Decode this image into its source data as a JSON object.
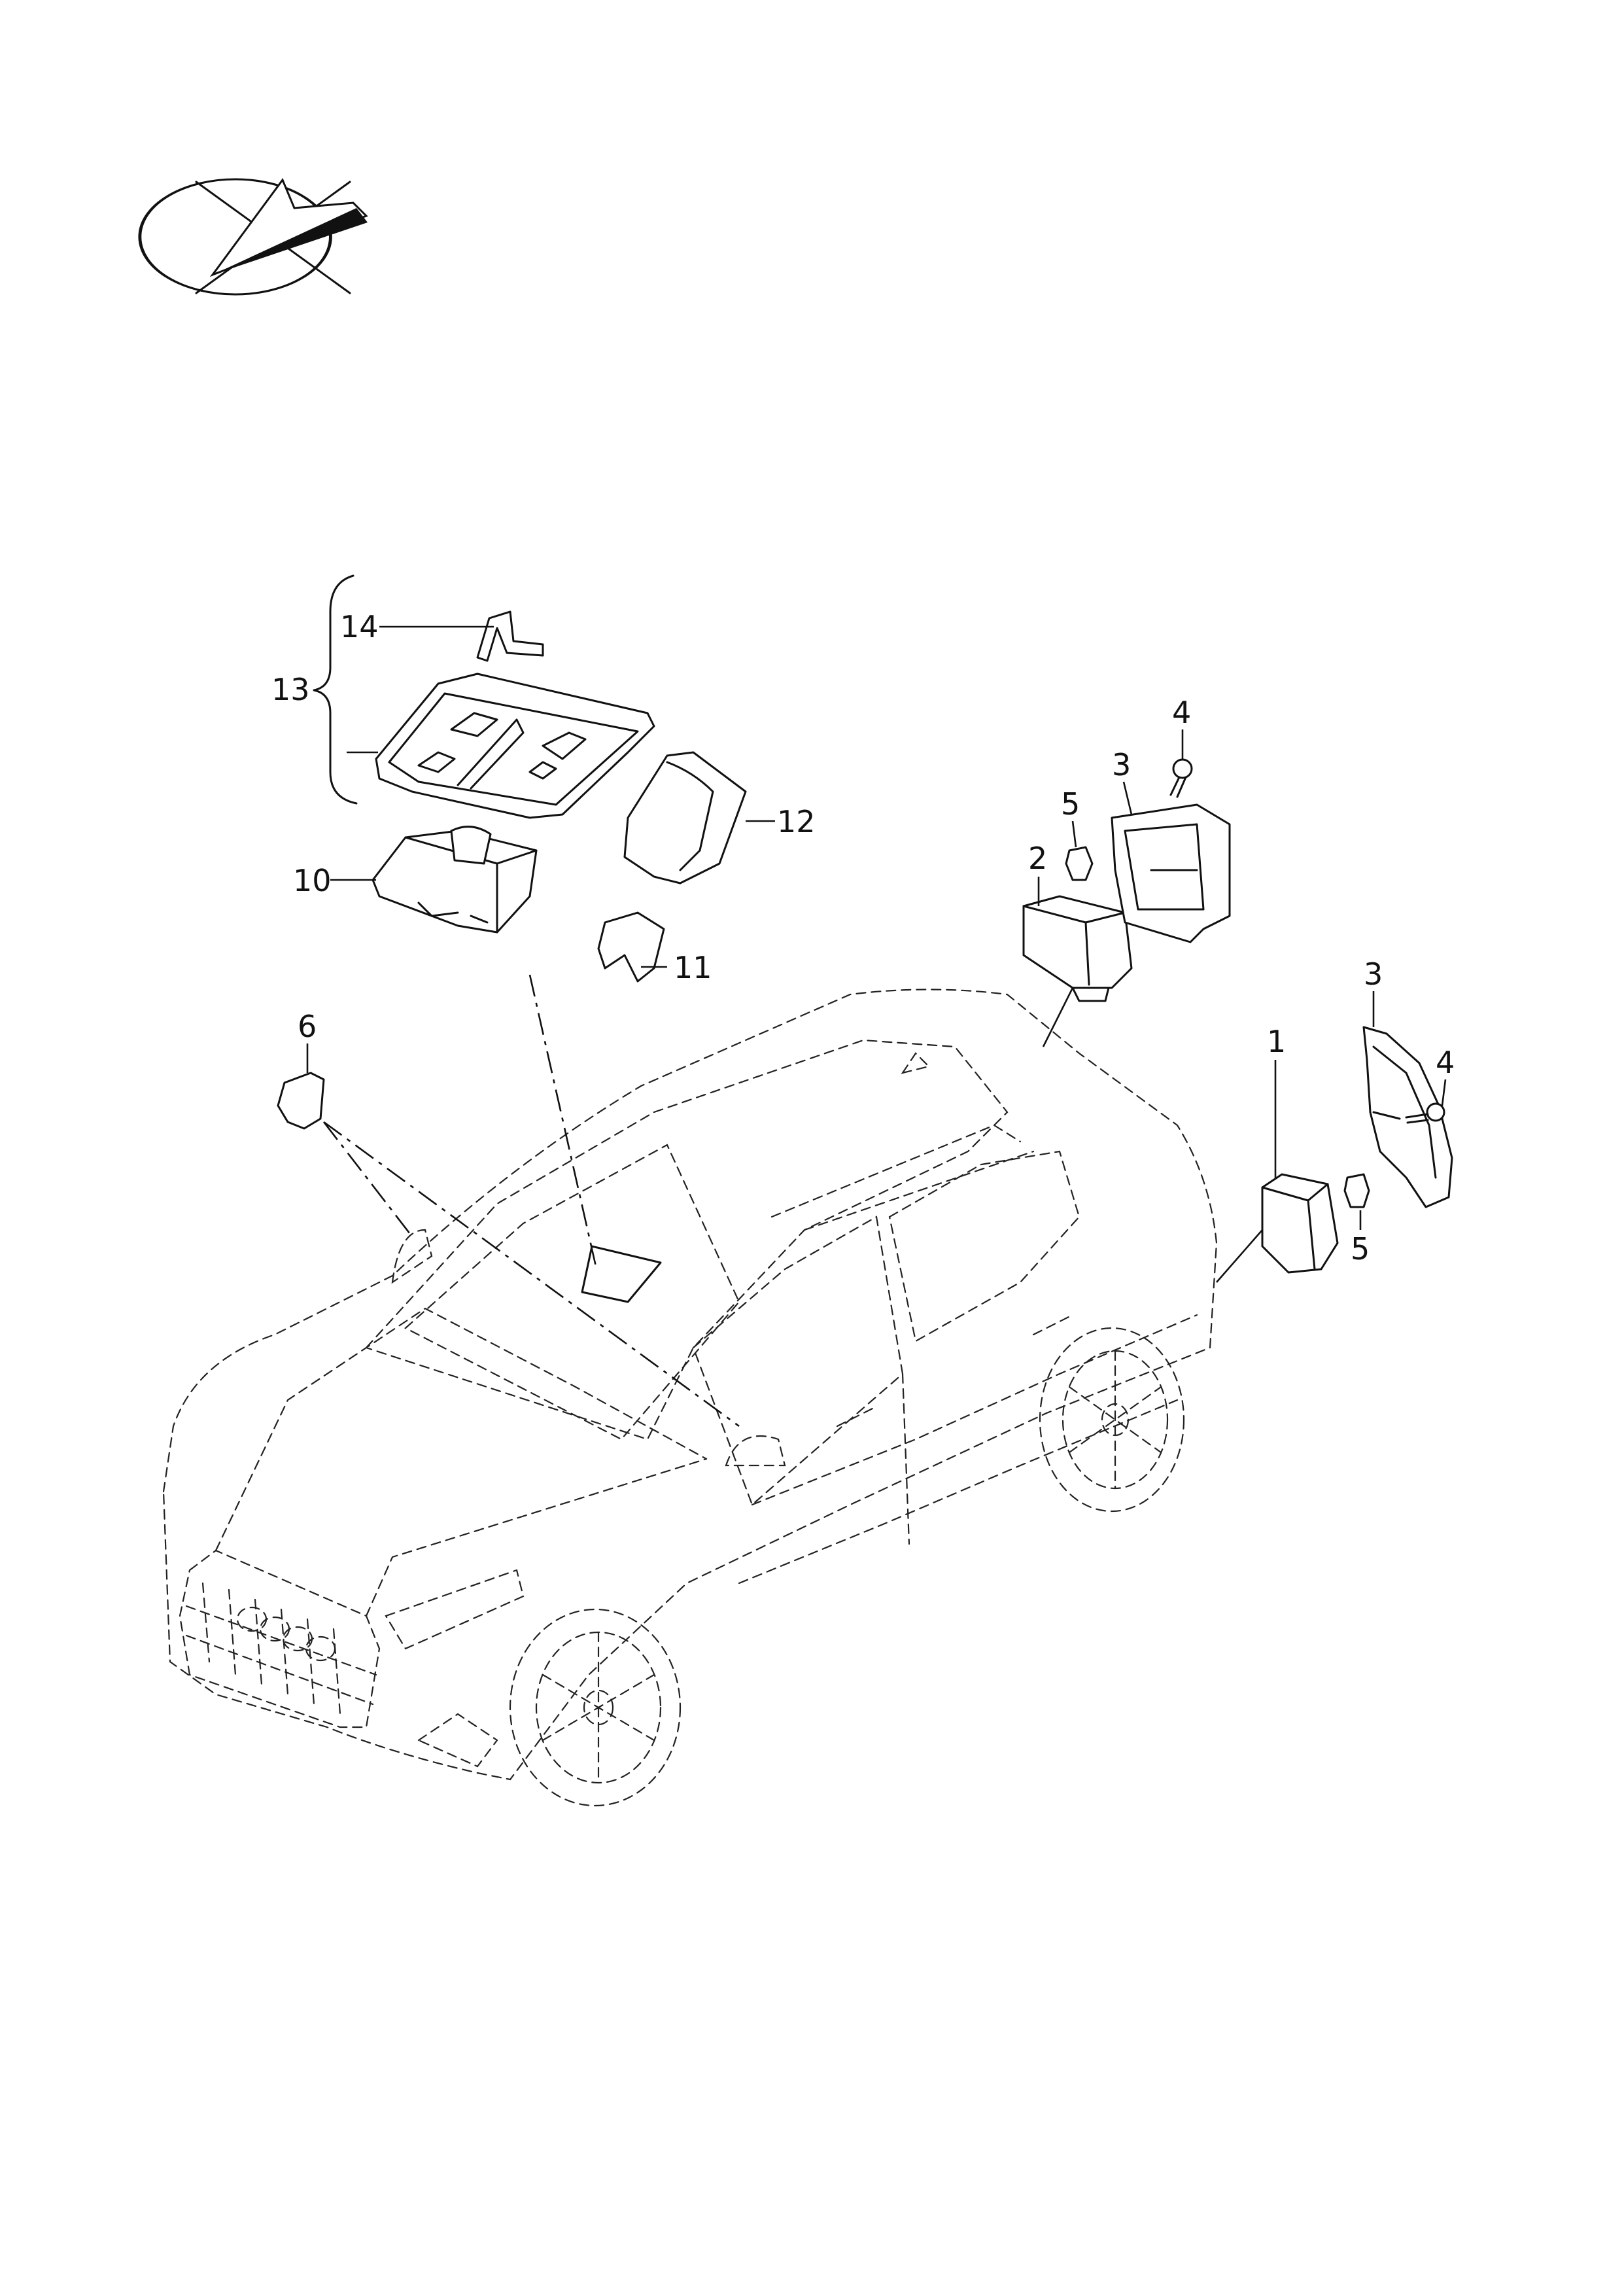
{
  "callouts": {
    "c1": "1",
    "c2": "2",
    "c3a": "3",
    "c3b": "3",
    "c4a": "4",
    "c4b": "4",
    "c5a": "5",
    "c5b": "5",
    "c6": "6",
    "c10": "10",
    "c11": "11",
    "c12": "12",
    "c13": "13",
    "c14": "14"
  }
}
